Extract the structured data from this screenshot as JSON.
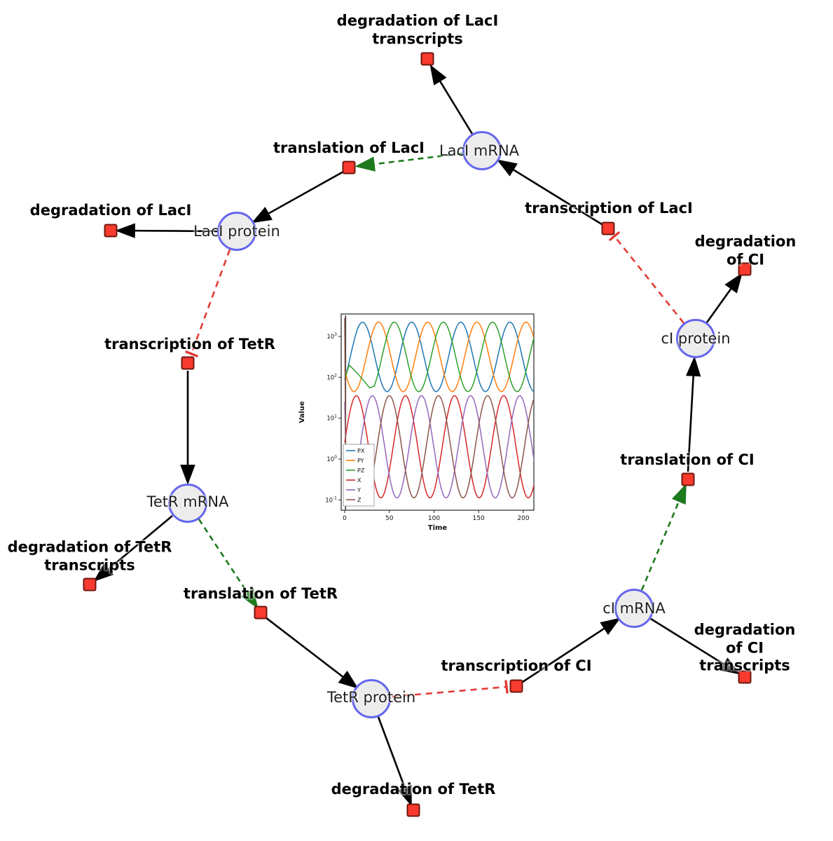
{
  "diagram": {
    "species": [
      {
        "id": "laci-mrna",
        "label": "LacI mRNA"
      },
      {
        "id": "laci-protein",
        "label": "LacI protein"
      },
      {
        "id": "tetr-mrna",
        "label": "TetR mRNA"
      },
      {
        "id": "tetr-protein",
        "label": "TetR protein"
      },
      {
        "id": "ci-mrna",
        "label": "cI mRNA"
      },
      {
        "id": "ci-protein",
        "label": "cI protein"
      }
    ],
    "reactions": [
      {
        "id": "degradation-of-laci-transcripts",
        "label": "degradation of LacI\ntranscripts"
      },
      {
        "id": "translation-of-laci",
        "label": "translation of LacI"
      },
      {
        "id": "transcription-of-laci",
        "label": "transcription of LacI"
      },
      {
        "id": "degradation-of-laci",
        "label": "degradation of LacI"
      },
      {
        "id": "degradation-of-ci",
        "label": "degradation of CI"
      },
      {
        "id": "transcription-of-tetr",
        "label": "transcription of TetR"
      },
      {
        "id": "translation-of-ci",
        "label": "translation of CI"
      },
      {
        "id": "degradation-of-tetr-transcripts",
        "label": "degradation of TetR\ntranscripts"
      },
      {
        "id": "translation-of-tetr",
        "label": "translation of TetR"
      },
      {
        "id": "degradation-of-ci-transcripts",
        "label": "degradation of CI\ntranscripts"
      },
      {
        "id": "transcription-of-ci",
        "label": "transcription of CI"
      },
      {
        "id": "degradation-of-tetr",
        "label": "degradation of TetR"
      }
    ],
    "edges": [
      {
        "from": "LacI mRNA",
        "to": "degradation of LacI transcripts",
        "type": "consumption"
      },
      {
        "from": "transcription of LacI",
        "to": "LacI mRNA",
        "type": "production"
      },
      {
        "from": "LacI mRNA",
        "to": "translation of LacI",
        "type": "modifier"
      },
      {
        "from": "translation of LacI",
        "to": "LacI protein",
        "type": "production"
      },
      {
        "from": "LacI protein",
        "to": "degradation of LacI",
        "type": "consumption"
      },
      {
        "from": "LacI protein",
        "to": "transcription of TetR",
        "type": "inhibition"
      },
      {
        "from": "transcription of TetR",
        "to": "TetR mRNA",
        "type": "production"
      },
      {
        "from": "TetR mRNA",
        "to": "degradation of TetR transcripts",
        "type": "consumption"
      },
      {
        "from": "TetR mRNA",
        "to": "translation of TetR",
        "type": "modifier"
      },
      {
        "from": "translation of TetR",
        "to": "TetR protein",
        "type": "production"
      },
      {
        "from": "TetR protein",
        "to": "degradation of TetR",
        "type": "consumption"
      },
      {
        "from": "TetR protein",
        "to": "transcription of CI",
        "type": "inhibition"
      },
      {
        "from": "transcription of CI",
        "to": "cI mRNA",
        "type": "production"
      },
      {
        "from": "cI mRNA",
        "to": "degradation of CI transcripts",
        "type": "consumption"
      },
      {
        "from": "cI mRNA",
        "to": "translation of CI",
        "type": "modifier"
      },
      {
        "from": "translation of CI",
        "to": "cI protein",
        "type": "production"
      },
      {
        "from": "cI protein",
        "to": "degradation of CI",
        "type": "consumption"
      },
      {
        "from": "cI protein",
        "to": "transcription of LacI",
        "type": "inhibition"
      }
    ],
    "colors": {
      "species_fill": "#ececec",
      "species_border": "#6565ef",
      "reaction_fill": "#f93a2e",
      "reaction_border": "#6e1810",
      "edge_black": "#000000",
      "edge_modifier_green": "#1d7a1d",
      "edge_inhibition_red": "#e23b35"
    }
  },
  "chart_data": {
    "type": "line",
    "title": "",
    "xlabel": "Time",
    "ylabel": "Value",
    "x_range": [
      0,
      200
    ],
    "x_ticks": [
      0,
      50,
      100,
      150,
      200
    ],
    "y_scale": "log10",
    "y_tick_exponents": [
      3,
      2,
      1,
      0,
      -1
    ],
    "y_range_log10": [
      -1.25,
      3.55
    ],
    "legend_position": "lower left",
    "grid": false,
    "transient_line_t": 1,
    "series": [
      {
        "name": "PX",
        "color": "#1f77b4",
        "generator": {
          "center": 2.5,
          "amplitude": 0.85,
          "period": 55,
          "phase": 6.25,
          "t_start": 0
        }
      },
      {
        "name": "PY",
        "color": "#ff7f0e",
        "generator": {
          "center": 2.5,
          "amplitude": 0.85,
          "period": 55,
          "phase": 24.25,
          "t_start": 0
        }
      },
      {
        "name": "PZ",
        "color": "#2ca02c",
        "start_override": [
          [
            0,
            90
          ],
          [
            5,
            200
          ],
          [
            15,
            120
          ],
          [
            28,
            55
          ]
        ],
        "generator": {
          "center": 2.5,
          "amplitude": 0.85,
          "period": 55,
          "phase": 41.75,
          "t_start": 33
        }
      },
      {
        "name": "X",
        "color": "#d62728",
        "generator": {
          "center": 0.3,
          "amplitude": 1.25,
          "period": 55,
          "phase": -0.75,
          "t_start": 0
        }
      },
      {
        "name": "Y",
        "color": "#9467bd",
        "start_override": [
          [
            0,
            25
          ],
          [
            2,
            0.3
          ],
          [
            6,
            0.5
          ]
        ],
        "generator": {
          "center": 0.3,
          "amplitude": 1.25,
          "period": 55,
          "phase": 17.25,
          "t_start": 8
        }
      },
      {
        "name": "Z",
        "color": "#8c564b",
        "start_override": [
          [
            0,
            2800
          ],
          [
            1.5,
            0.1
          ],
          [
            8,
            1.0
          ]
        ],
        "generator": {
          "center": 0.3,
          "amplitude": 1.25,
          "period": 55,
          "phase": 36.25,
          "t_start": 10
        }
      }
    ]
  }
}
